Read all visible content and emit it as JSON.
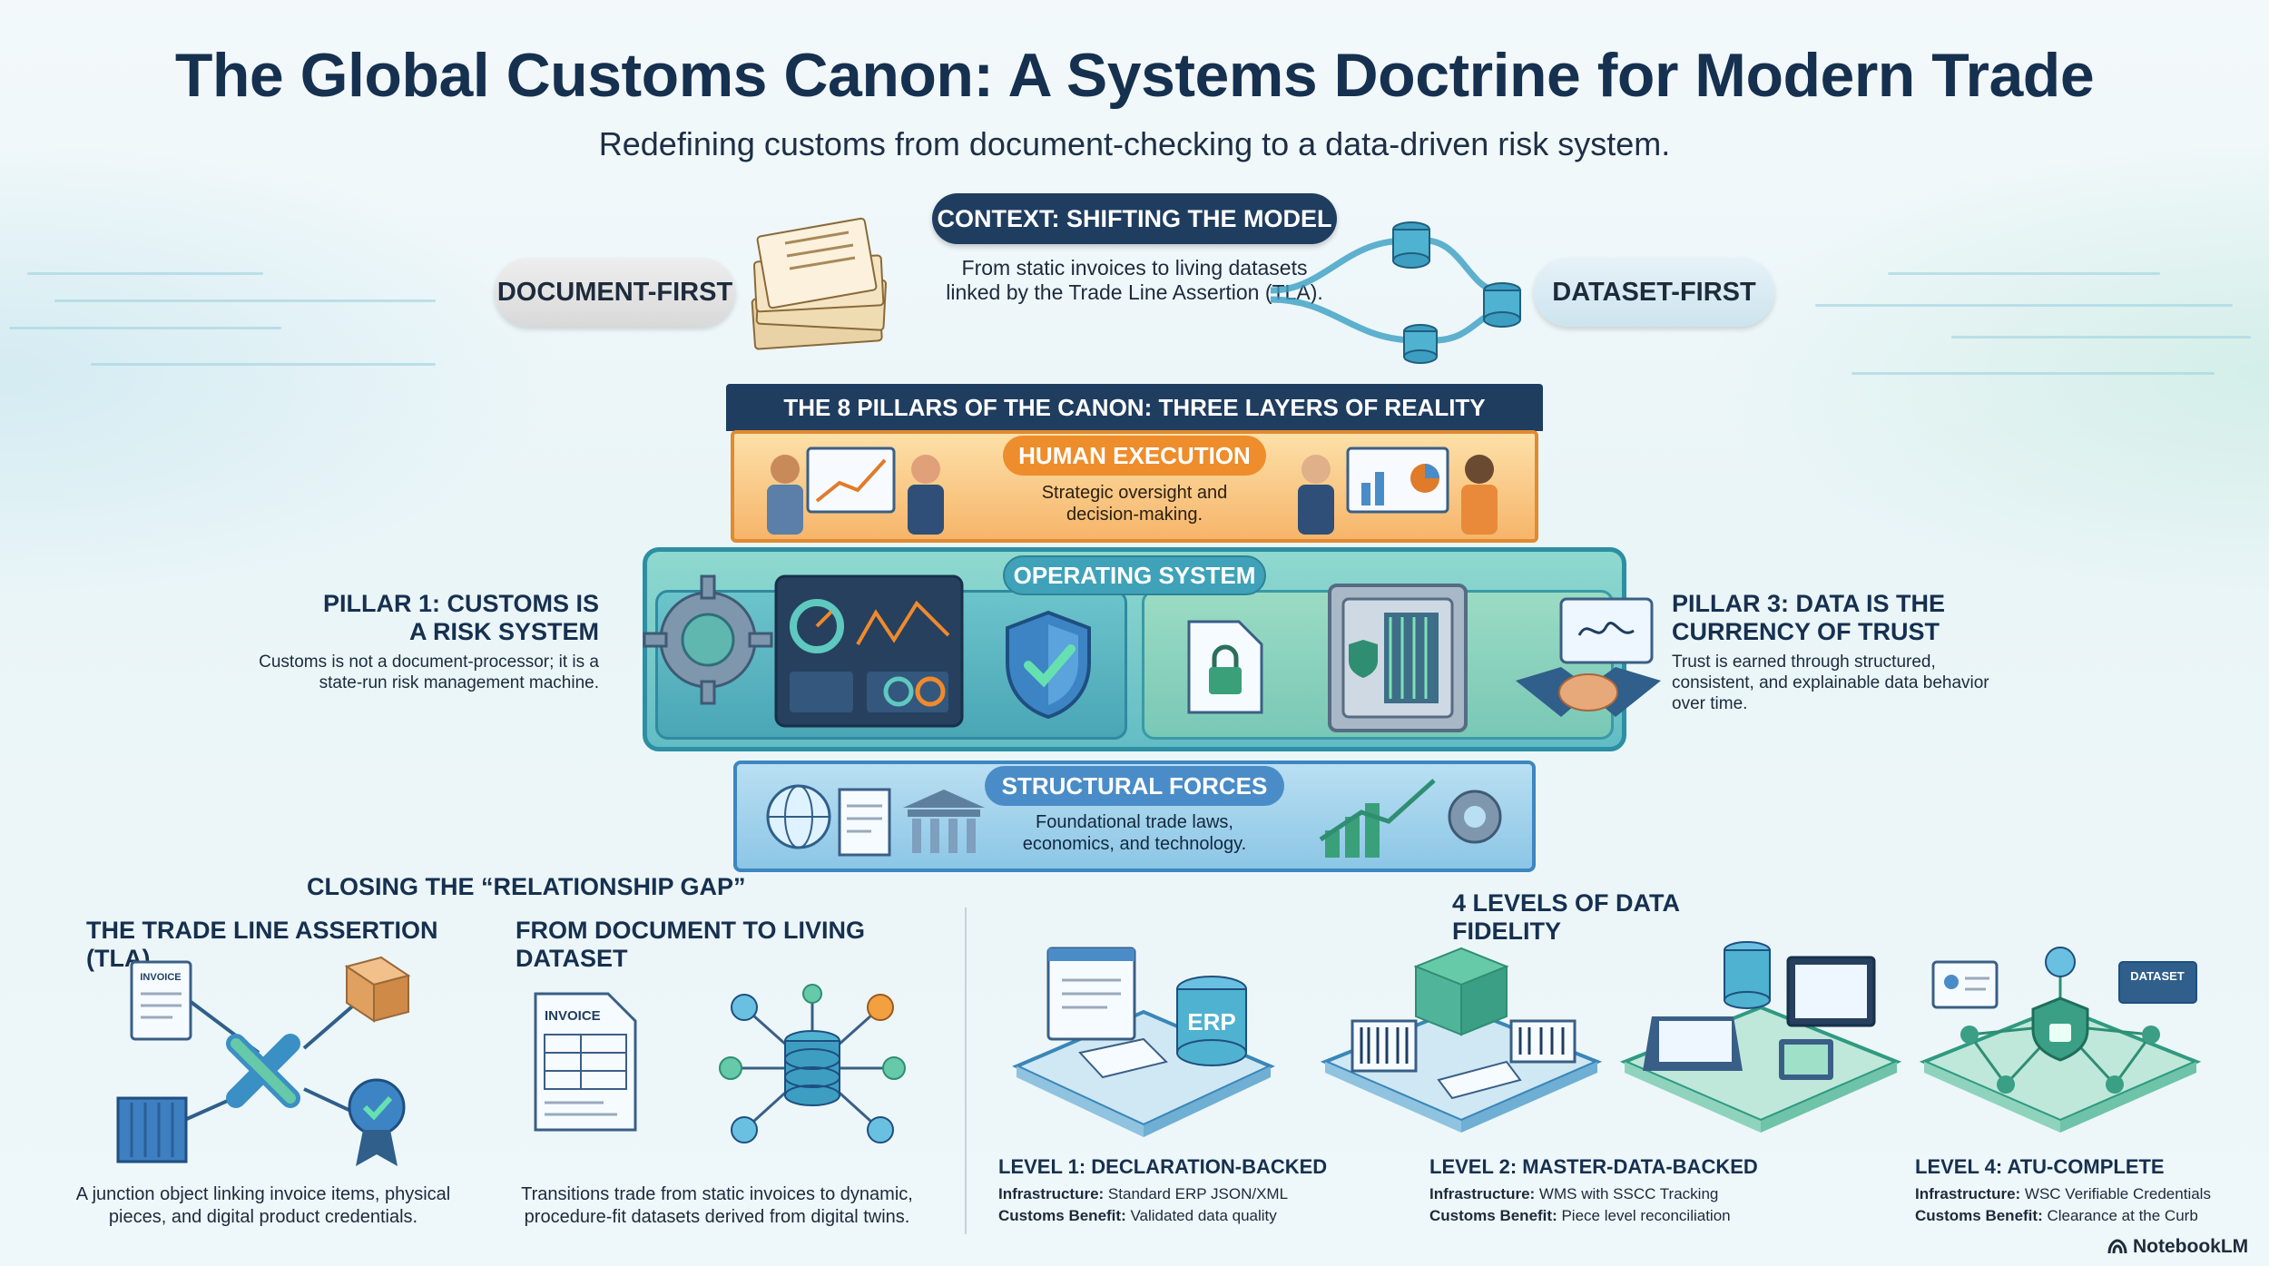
{
  "header": {
    "title": "The Global Customs Canon: A Systems Doctrine for Modern Trade",
    "subtitle": "Redefining customs from document-checking to a data-driven risk system."
  },
  "context": {
    "badge": "CONTEXT: SHIFTING THE MODEL",
    "left_label": "DOCUMENT-FIRST",
    "right_label": "DATASET-FIRST",
    "description": "From static invoices to living datasets linked by the Trade Line Assertion (TLA)."
  },
  "pillars": {
    "header": "THE 8 PILLARS OF THE CANON: THREE LAYERS OF REALITY",
    "human": {
      "label": "HUMAN EXECUTION",
      "description": "Strategic oversight and decision-making."
    },
    "operating": {
      "label": "OPERATING SYSTEM"
    },
    "forces": {
      "label": "STRUCTURAL FORCES",
      "description": "Foundational trade laws, economics, and technology."
    },
    "pillar1": {
      "title": "PILLAR 1: CUSTOMS IS A RISK SYSTEM",
      "description": "Customs is not a document-processor; it is a state-run risk management machine."
    },
    "pillar3": {
      "title": "PILLAR 3: DATA IS THE CURRENCY OF TRUST",
      "description": "Trust is earned through structured, consistent, and explainable data behavior over time."
    }
  },
  "relationship": {
    "title": "CLOSING THE “RELATIONSHIP GAP”",
    "tla": {
      "title": "THE TRADE LINE ASSERTION (TLA)",
      "description": "A junction object linking invoice items, physical pieces, and digital product credentials.",
      "invoice_label": "INVOICE"
    },
    "dataset": {
      "title": "FROM DOCUMENT TO LIVING DATASET",
      "description": "Transitions trade from static invoices to dynamic, procedure-fit datasets derived from digital twins.",
      "invoice_label": "INVOICE"
    }
  },
  "fidelity": {
    "title": "4 LEVELS OF DATA FIDELITY",
    "infra_label": "Infrastructure:",
    "benefit_label": "Customs Benefit:",
    "erp_label": "ERP",
    "dataset_tag": "DATASET",
    "levels": [
      {
        "title": "LEVEL 1: DECLARATION-BACKED",
        "infrastructure": "Standard ERP JSON/XML",
        "benefit": "Validated data quality"
      },
      {
        "title": "LEVEL 2: MASTER-DATA-BACKED",
        "infrastructure": "WMS with SSCC Tracking",
        "benefit": "Piece level reconciliation"
      },
      {
        "title": "LEVEL 4: ATU-COMPLETE",
        "infrastructure": "WSC Verifiable Credentials",
        "benefit": "Clearance at the Curb"
      }
    ]
  },
  "brand": "NotebookLM",
  "colors": {
    "navy": "#1f3d5f",
    "human_orange": "#ee8d2b",
    "os_teal": "#3fa2b8",
    "forces_blue": "#4a8cc7"
  }
}
